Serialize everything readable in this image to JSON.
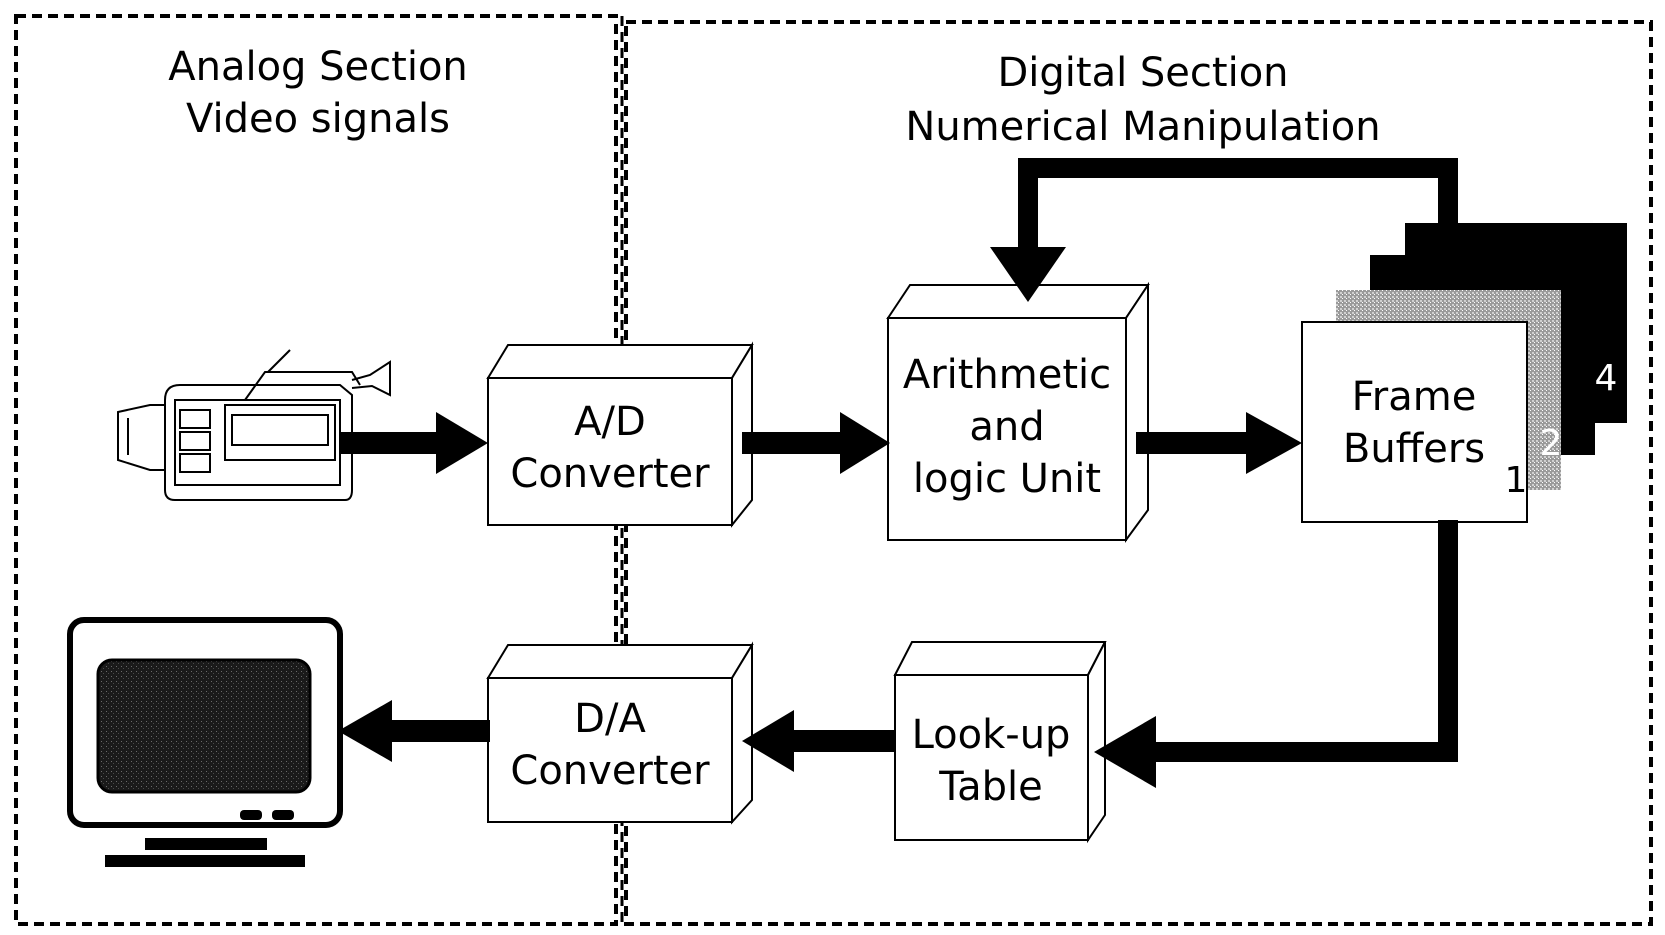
{
  "sections": {
    "analog": {
      "line1": "Analog Section",
      "line2": "Video signals"
    },
    "digital": {
      "line1": "Digital Section",
      "line2": "Numerical Manipulation"
    }
  },
  "boxes": {
    "ad": {
      "line1": "A/D",
      "line2": "Converter"
    },
    "alu": {
      "line1": "Arithmetic",
      "line2": "and",
      "line3": "logic Unit"
    },
    "fb": {
      "line1": "Frame",
      "line2": "Buffers"
    },
    "lut": {
      "line1": "Look-up",
      "line2": "Table"
    },
    "da": {
      "line1": "D/A",
      "line2": "Converter"
    }
  },
  "buffer_numbers": [
    "1",
    "2",
    "4"
  ],
  "icons": {
    "input_device": "video-camera-icon",
    "output_device": "monitor-icon"
  }
}
